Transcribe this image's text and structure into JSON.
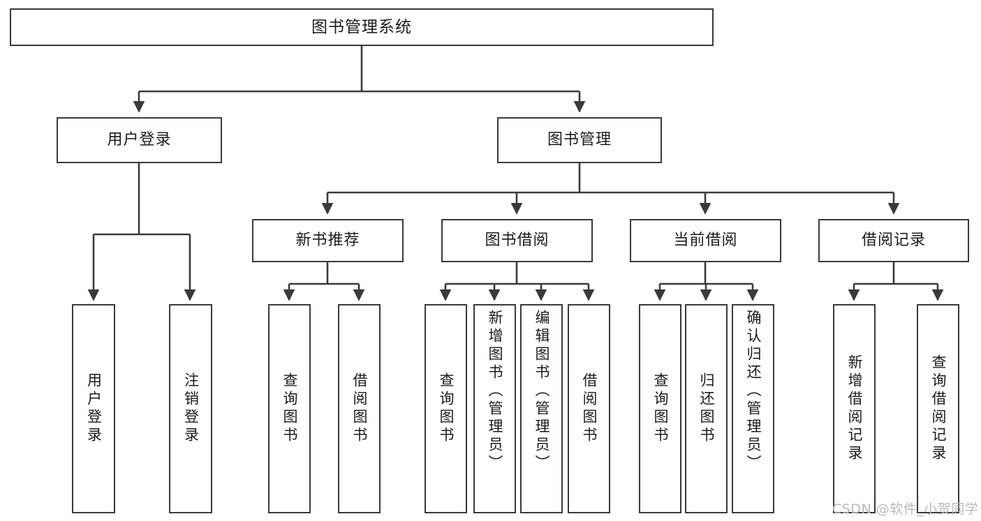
{
  "diagram": {
    "title": "图书管理系统",
    "type": "tree-hierarchy",
    "orientation": "top-down",
    "box_fill": "#ffffff",
    "box_stroke": "#3a3a3a",
    "connector_color": "#3a3a3a",
    "text_color": "#1b1b1b"
  },
  "nodes": {
    "root": {
      "label": "图书管理系统",
      "level": 1
    },
    "user_login": {
      "label": "用户登录",
      "level": 2
    },
    "book_manage": {
      "label": "图书管理",
      "level": 2
    },
    "new_book_rec": {
      "label": "新书推荐",
      "level": 3
    },
    "book_borrow": {
      "label": "图书借阅",
      "level": 3
    },
    "current_borrow": {
      "label": "当前借阅",
      "level": 3
    },
    "borrow_record": {
      "label": "借阅记录",
      "level": 3
    },
    "leaf_user_login": {
      "label": "用户登录",
      "level": 4
    },
    "leaf_logout": {
      "label": "注销登录",
      "level": 4
    },
    "leaf_query_book_a": {
      "label": "查询图书",
      "level": 4
    },
    "leaf_borrow_book_a": {
      "label": "借阅图书",
      "level": 4
    },
    "leaf_query_book_b": {
      "label": "查询图书",
      "level": 4
    },
    "leaf_add_book": {
      "label": "新增图书（管理员）",
      "level": 4
    },
    "leaf_edit_book": {
      "label": "编辑图书（管理员）",
      "level": 4
    },
    "leaf_borrow_book_b": {
      "label": "借阅图书",
      "level": 4
    },
    "leaf_query_book_c": {
      "label": "查询图书",
      "level": 4
    },
    "leaf_return_book": {
      "label": "归还图书",
      "level": 4
    },
    "leaf_confirm_return": {
      "label": "确认归还（管理员）",
      "level": 4
    },
    "leaf_add_record": {
      "label": "新增借阅记录",
      "level": 4
    },
    "leaf_query_record": {
      "label": "查询借阅记录",
      "level": 4
    }
  },
  "edges": [
    {
      "from": "root",
      "to": "user_login"
    },
    {
      "from": "root",
      "to": "book_manage"
    },
    {
      "from": "user_login",
      "to": "leaf_user_login"
    },
    {
      "from": "user_login",
      "to": "leaf_logout"
    },
    {
      "from": "book_manage",
      "to": "new_book_rec"
    },
    {
      "from": "book_manage",
      "to": "book_borrow"
    },
    {
      "from": "book_manage",
      "to": "current_borrow"
    },
    {
      "from": "book_manage",
      "to": "borrow_record"
    },
    {
      "from": "new_book_rec",
      "to": "leaf_query_book_a"
    },
    {
      "from": "new_book_rec",
      "to": "leaf_borrow_book_a"
    },
    {
      "from": "book_borrow",
      "to": "leaf_query_book_b"
    },
    {
      "from": "book_borrow",
      "to": "leaf_add_book"
    },
    {
      "from": "book_borrow",
      "to": "leaf_edit_book"
    },
    {
      "from": "book_borrow",
      "to": "leaf_borrow_book_b"
    },
    {
      "from": "current_borrow",
      "to": "leaf_query_book_c"
    },
    {
      "from": "current_borrow",
      "to": "leaf_return_book"
    },
    {
      "from": "current_borrow",
      "to": "leaf_confirm_return"
    },
    {
      "from": "borrow_record",
      "to": "leaf_add_record"
    },
    {
      "from": "borrow_record",
      "to": "leaf_query_record"
    }
  ],
  "watermark": {
    "text": "CSDN @软件_小贺同学",
    "color": "#b9b9b9"
  }
}
